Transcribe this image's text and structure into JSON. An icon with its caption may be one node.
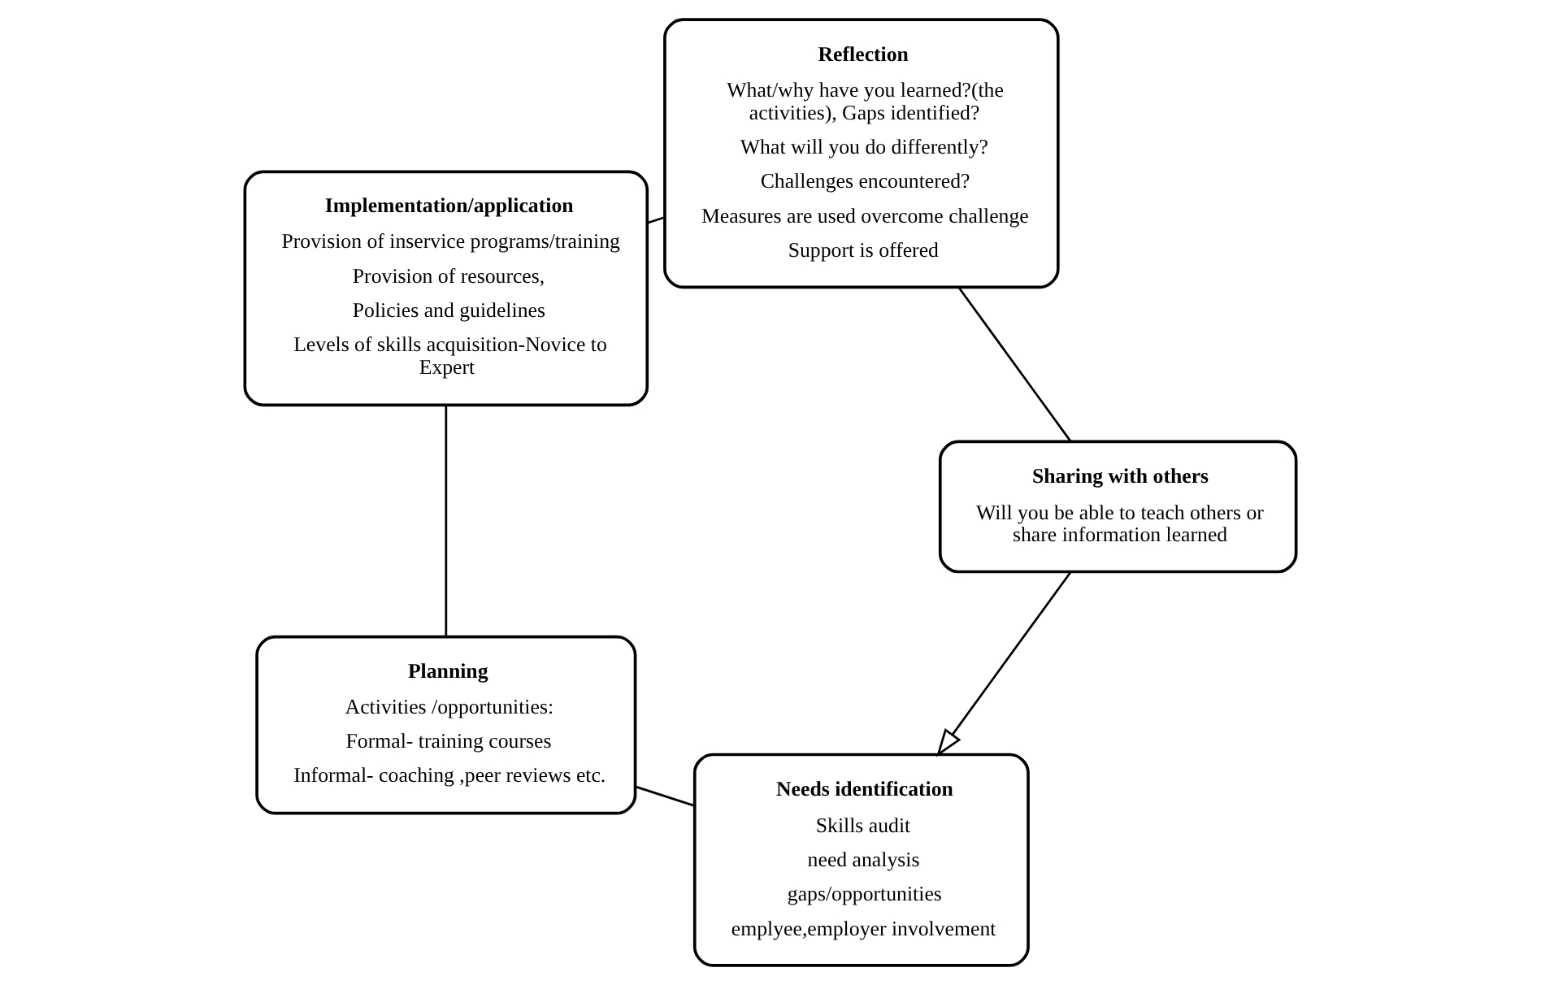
{
  "diagram": {
    "nodes": [
      {
        "text": [
          "Needs identification",
          "Skills audit",
          "need analysis",
          "gaps/opportunities",
          "emplyee,employer involvement"
        ]
      },
      {
        "text": [
          "Planning",
          "Activities /opportunities:",
          "Formal- training courses",
          "Informal- coaching ,peer reviews etc."
        ]
      },
      {
        "text": [
          "Implementation/application",
          "Provision of inservice programs/training",
          "Provision of resources,",
          "Policies and guidelines",
          "Levels of skills acquisition-Novice to Expert"
        ]
      },
      {
        "text": [
          "Reflection",
          "What/why have you learned?(the activities), Gaps identified?",
          "What will you do differently?",
          "Challenges encountered?",
          "Measures are used overcome challenge",
          "Support is offered"
        ]
      },
      {
        "text": [
          "Sharing with others",
          "Will you be able to teach others or share information learned"
        ]
      }
    ],
    "edges": [
      {
        "from": 0,
        "to": 1,
        "arrow": "none"
      },
      {
        "from": 1,
        "to": 2,
        "arrow": "none"
      },
      {
        "from": 2,
        "to": 3,
        "arrow": "none"
      },
      {
        "from": 3,
        "to": 4,
        "arrow": "none"
      },
      {
        "from": 4,
        "to": 0,
        "arrow": "to"
      }
    ]
  }
}
